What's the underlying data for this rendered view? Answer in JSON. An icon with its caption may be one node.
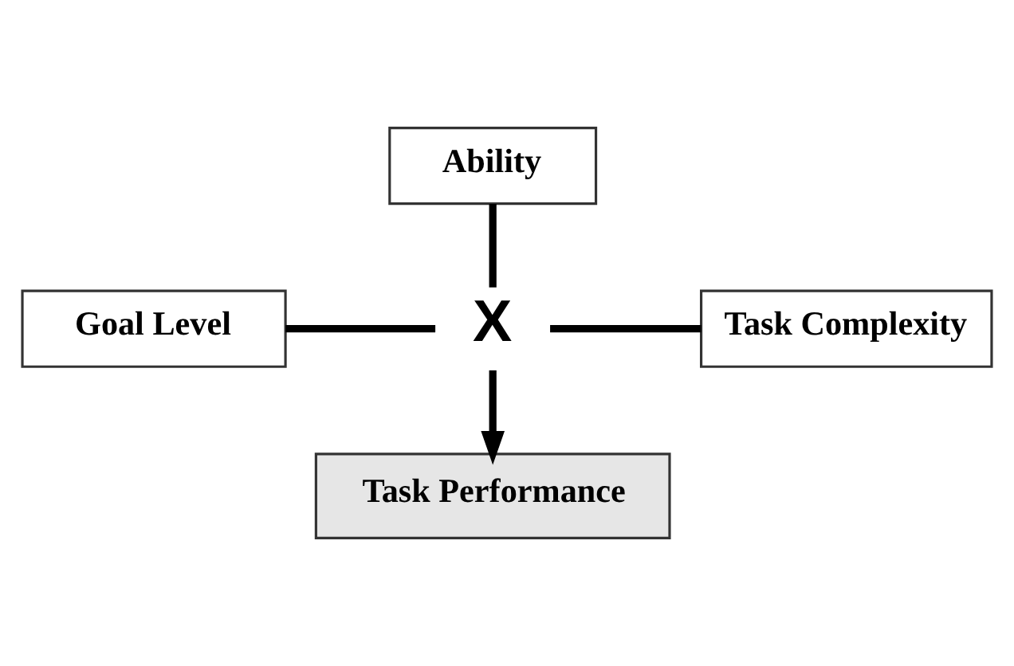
{
  "diagram": {
    "nodes": [
      {
        "text": [
          "Ability"
        ]
      },
      {
        "text": [
          "Goal Level"
        ]
      },
      {
        "text": [
          "Task Complexity"
        ]
      },
      {
        "text": [
          "X"
        ]
      },
      {
        "text": [
          "Task Performance"
        ]
      }
    ],
    "edges": [
      {
        "from": 0,
        "to": 3,
        "arrow": "none"
      },
      {
        "from": 1,
        "to": 3,
        "arrow": "none"
      },
      {
        "from": 3,
        "to": 2,
        "arrow": "none"
      },
      {
        "from": 3,
        "to": 4,
        "arrow": "to"
      }
    ]
  }
}
